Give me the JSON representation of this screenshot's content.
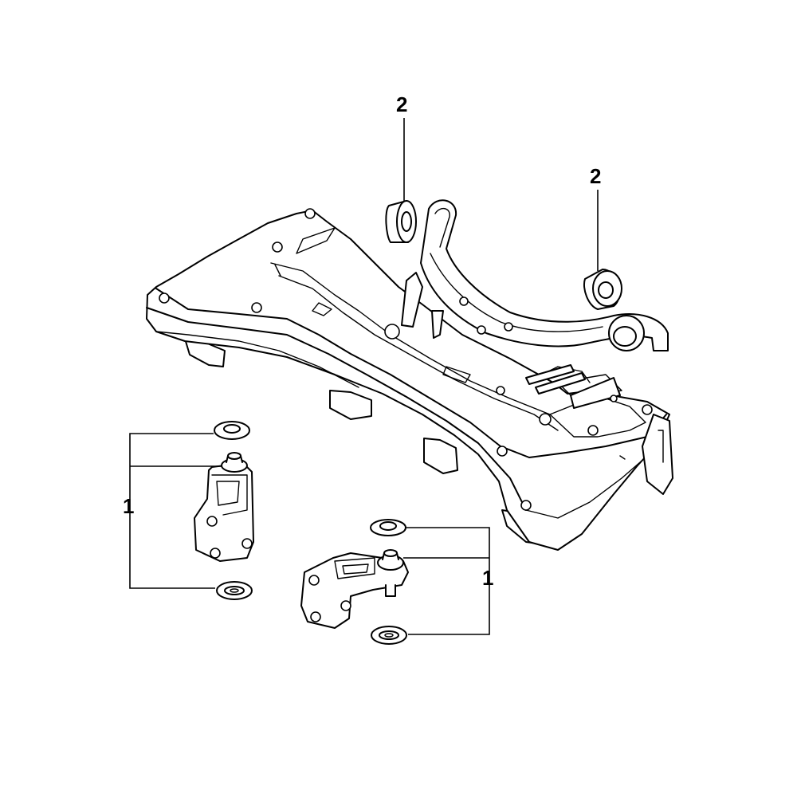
{
  "callouts": [
    {
      "id": "c1",
      "label": "1"
    },
    {
      "id": "c2",
      "label": "1"
    },
    {
      "id": "c3",
      "label": "2"
    },
    {
      "id": "c4",
      "label": "2"
    }
  ]
}
